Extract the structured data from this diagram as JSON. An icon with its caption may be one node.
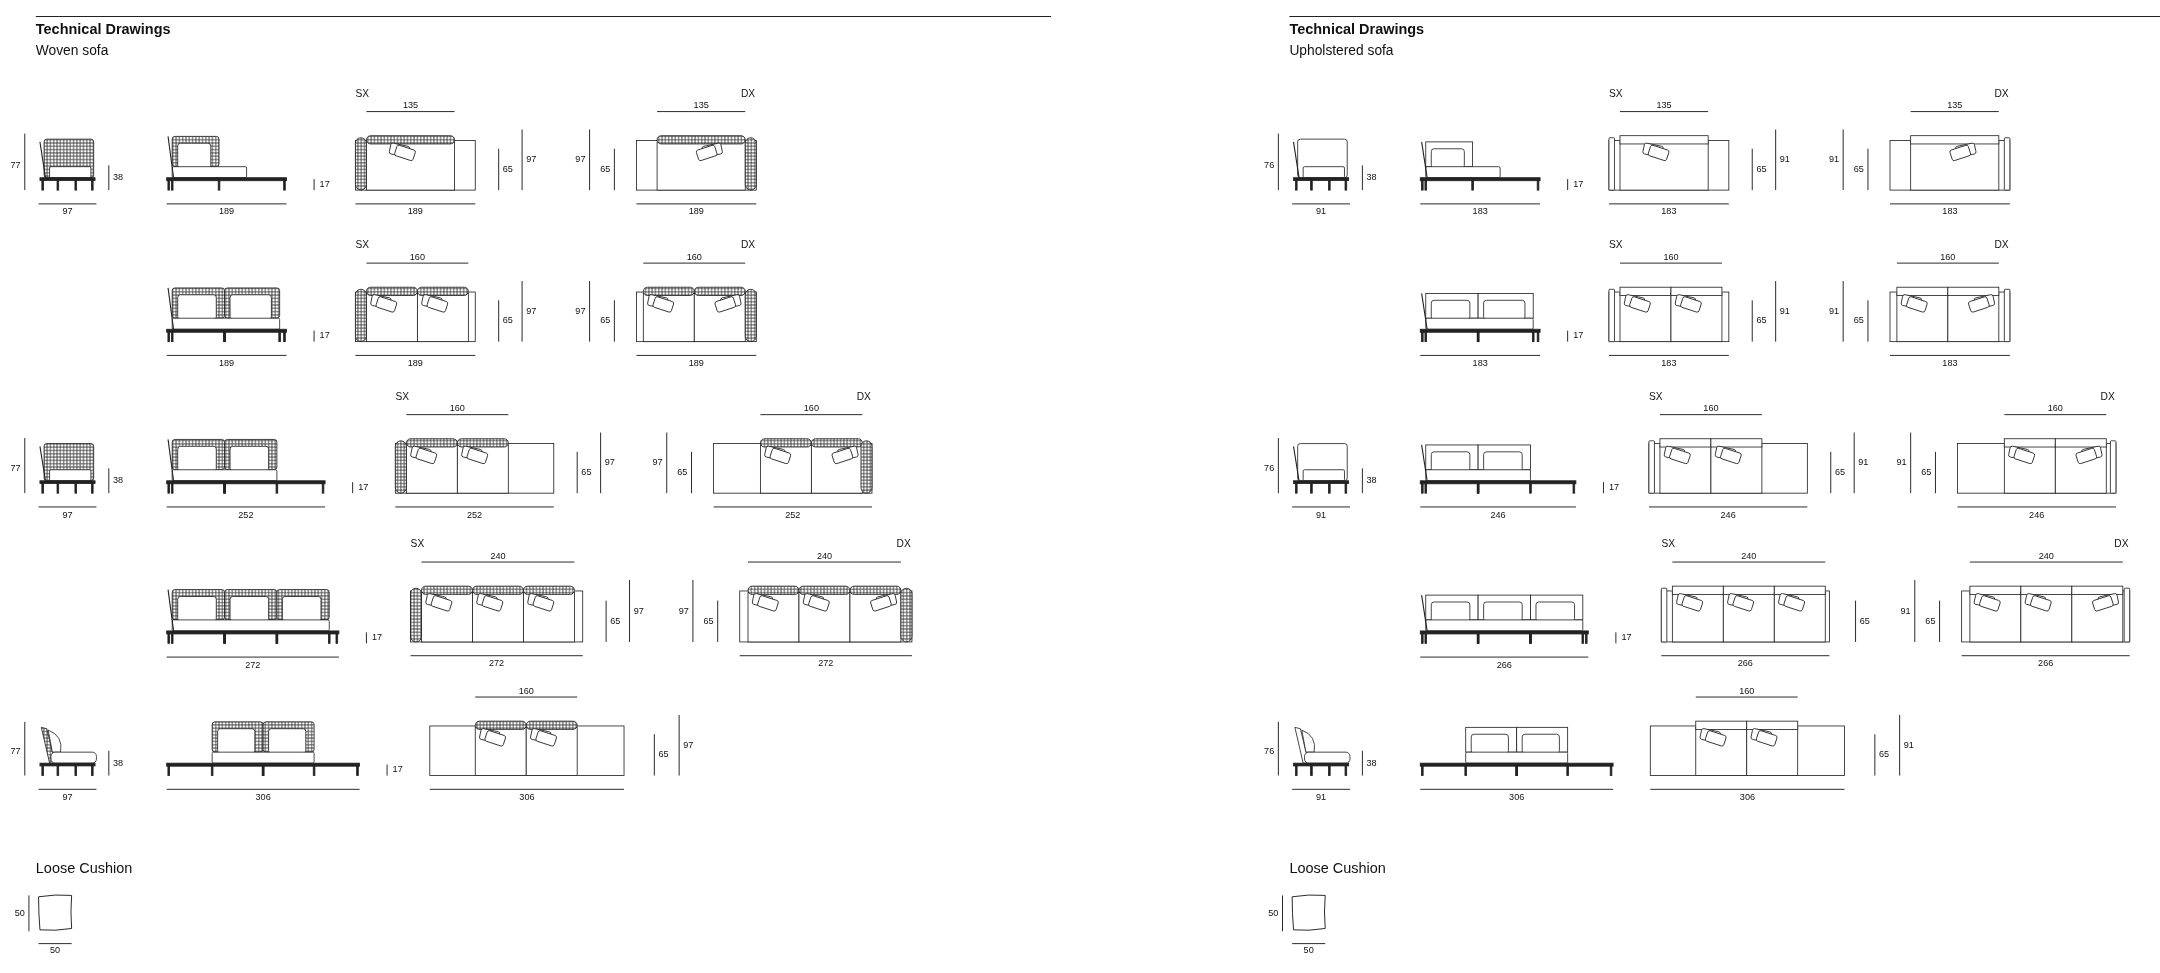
{
  "diagram": {
    "labels": [
      "Technical Drawings",
      "Woven sofa",
      "77",
      "38",
      "97",
      "17",
      "189",
      "SX",
      "135",
      "65",
      "97",
      "189",
      "DX",
      "135",
      "97",
      "65",
      "189",
      "17",
      "189",
      "SX",
      "160",
      "65",
      "97",
      "189",
      "DX",
      "160",
      "97",
      "65",
      "189",
      "77",
      "38",
      "97",
      "17",
      "252",
      "SX",
      "160",
      "65",
      "97",
      "252",
      "DX",
      "160",
      "97",
      "65",
      "252",
      "17",
      "272",
      "SX",
      "240",
      "65",
      "97",
      "272",
      "DX",
      "240",
      "97",
      "65",
      "272",
      "77",
      "38",
      "97",
      "17",
      "306",
      "160",
      "65",
      "97",
      "306",
      "Loose Cushion",
      "50",
      "50",
      "Technical Drawings",
      "Upholstered sofa",
      "76",
      "38",
      "91",
      "17",
      "183",
      "SX",
      "135",
      "65",
      "91",
      "183",
      "DX",
      "135",
      "91",
      "65",
      "183",
      "17",
      "183",
      "SX",
      "160",
      "65",
      "91",
      "183",
      "DX",
      "160",
      "91",
      "65",
      "183",
      "76",
      "38",
      "91",
      "17",
      "246",
      "SX",
      "160",
      "65",
      "91",
      "246",
      "DX",
      "160",
      "91",
      "65",
      "246",
      "17",
      "266",
      "SX",
      "240",
      "65",
      "266",
      "DX",
      "240",
      "91",
      "65",
      "266",
      "76",
      "38",
      "91",
      "306",
      "160",
      "65",
      "91",
      "306",
      "Loose Cushion",
      "50",
      "50"
    ]
  }
}
